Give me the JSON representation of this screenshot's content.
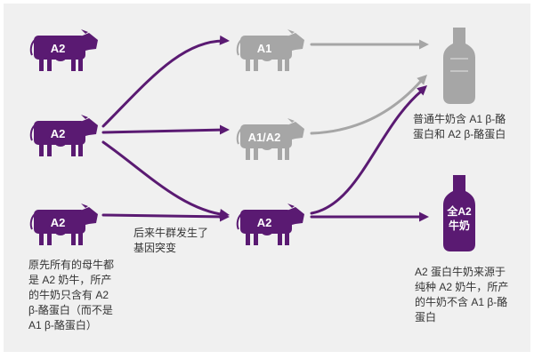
{
  "colors": {
    "purple": "#5a1a72",
    "gray": "#a6a6a6",
    "background": "#f0f0f0"
  },
  "cows": {
    "source_top": {
      "label": "A2",
      "color": "purple"
    },
    "source_mid": {
      "label": "A2",
      "color": "purple"
    },
    "source_bottom": {
      "label": "A2",
      "color": "purple"
    },
    "target_a1": {
      "label": "A1",
      "color": "gray"
    },
    "target_a1a2": {
      "label": "A1/A2",
      "color": "gray"
    },
    "target_a2": {
      "label": "A2",
      "color": "purple"
    }
  },
  "bottles": {
    "regular": {
      "color": "gray",
      "label_lines": []
    },
    "a2": {
      "color": "purple",
      "label_lines": [
        "全A2",
        "牛奶"
      ]
    }
  },
  "captions": {
    "regular_milk": [
      "普通牛奶含 A1 β-酪",
      "蛋白和 A2 β-酪蛋白"
    ],
    "mutation": [
      "后来牛群发生了",
      "基因突变"
    ],
    "original": [
      "原先所有的母牛都",
      "是 A2 奶牛，所产",
      "的牛奶只含有 A2",
      "β-酪蛋白（而不是",
      "A1 β-酪蛋白）"
    ],
    "a2_milk": [
      "A2 蛋白牛奶来源于",
      "纯种 A2 奶牛，所产",
      "的牛奶不含 A1 β-酪",
      "蛋白"
    ]
  },
  "icons": {
    "cow": "cow-icon",
    "bottle": "milk-bottle-icon"
  }
}
